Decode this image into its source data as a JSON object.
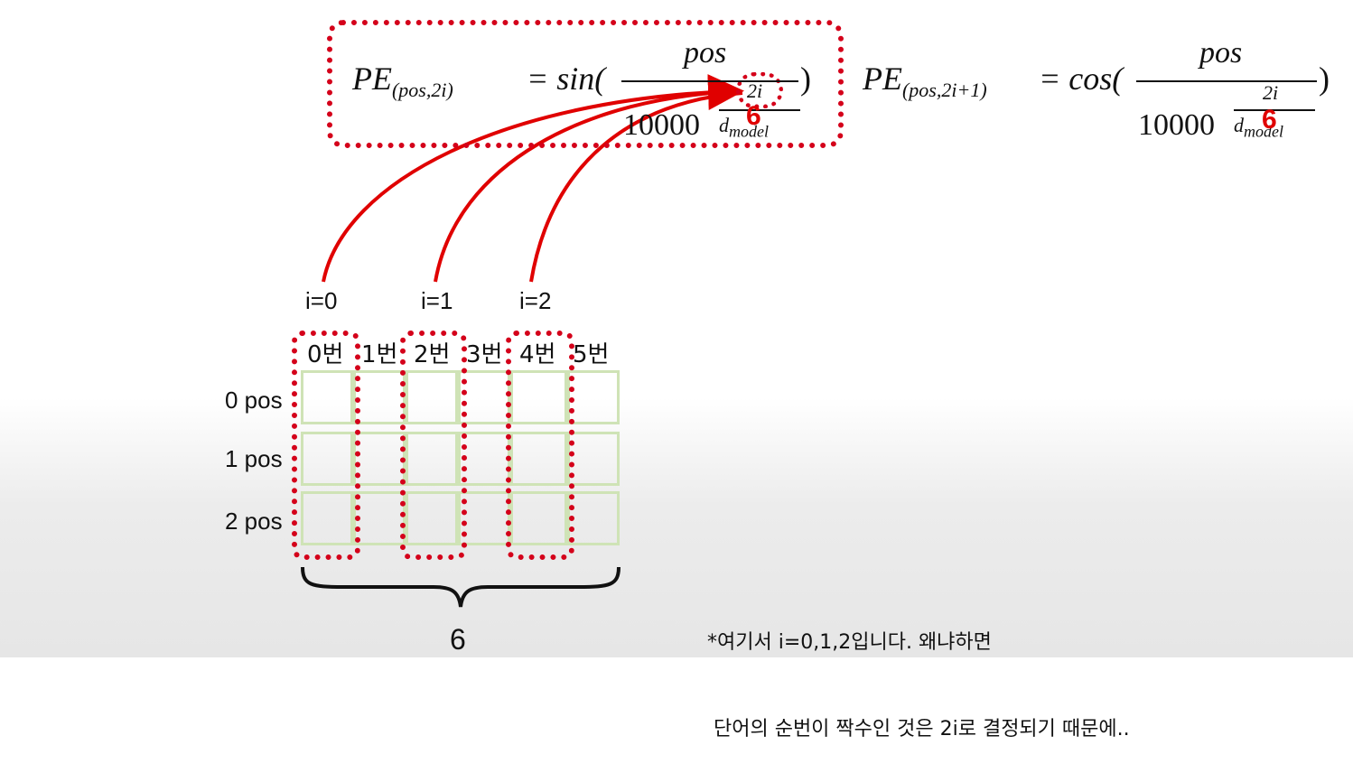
{
  "formula_sin": {
    "lhs": "PE",
    "lhs_sub": "(pos,2i)",
    "eq": "= sin(",
    "numerator": "pos",
    "base": "10000",
    "exp_num": "2i",
    "exp_den": "d",
    "exp_den_sub": "model",
    "close": ")",
    "red_mark": "6"
  },
  "formula_cos": {
    "lhs": "PE",
    "lhs_sub": "(pos,2i+1)",
    "eq": "= cos(",
    "numerator": "pos",
    "base": "10000",
    "exp_num": "2i",
    "exp_den": "d",
    "exp_den_sub": "model",
    "close": ")",
    "red_mark": "6"
  },
  "i_labels": [
    "i=0",
    "i=1",
    "i=2"
  ],
  "column_labels": [
    "0번",
    "1번",
    "2번",
    "3번",
    "4번",
    "5번"
  ],
  "row_labels": [
    "0 pos",
    "1 pos",
    "2 pos"
  ],
  "brace_label": "6",
  "note": {
    "line1": "*여기서 i=0,1,2입니다. 왜냐하면",
    "line2": " 단어의 순번이 짝수인 것은 2i로 결정되기 때문에.."
  },
  "colors": {
    "accent": "#d4001a",
    "grid": "#cfe3b6"
  }
}
